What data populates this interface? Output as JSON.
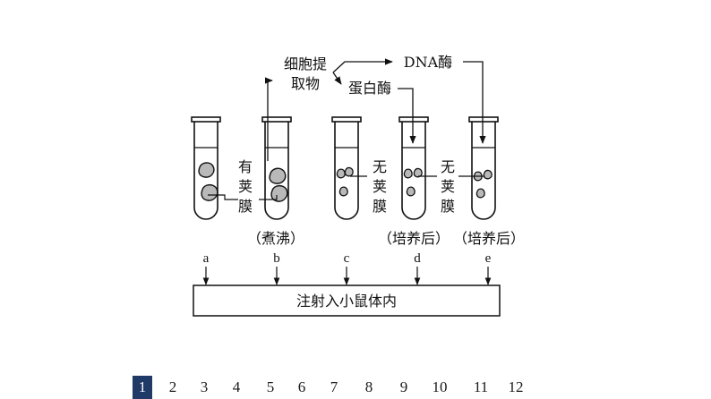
{
  "labels": {
    "cell_extract": [
      "细胞提",
      "取物"
    ],
    "dnase": "DNA酶",
    "protease": "蛋白酶",
    "capsule_1": [
      "有",
      "荚",
      "膜"
    ],
    "no_capsule_1": [
      "无",
      "荚",
      "膜"
    ],
    "no_capsule_2": [
      "无",
      "荚",
      "膜"
    ],
    "boiled": "（煮沸）",
    "cultured_d": "（培养后）",
    "cultured_e": "（培养后）",
    "injection_box": "注射入小鼠体内"
  },
  "tubes": [
    "a",
    "b",
    "c",
    "d",
    "e"
  ],
  "pagination": {
    "current": "1",
    "pages": [
      "1",
      "2",
      "3",
      "4",
      "5",
      "6",
      "7",
      "8",
      "9",
      "10",
      "11",
      "12"
    ]
  }
}
